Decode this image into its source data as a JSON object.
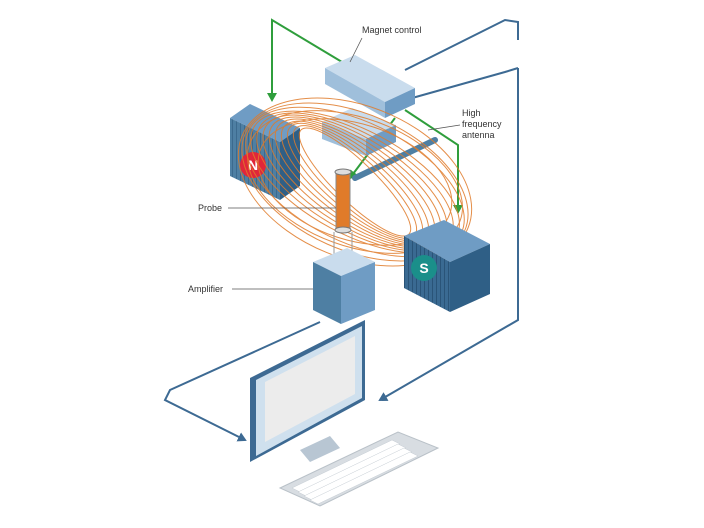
{
  "labels": {
    "magnet_control": "Magnet control",
    "hf_antenna_line1": "High",
    "hf_antenna_line2": "frequency",
    "hf_antenna_line3": "antenna",
    "probe": "Probe",
    "amplifier": "Amplifier"
  },
  "poles": {
    "north": "N",
    "south": "S"
  },
  "colors": {
    "magnet_face": "#4e7fa3",
    "magnet_side": "#2f5f86",
    "block_top": "#c9dced",
    "block_front": "#9fbfdb",
    "block_side": "#6f9cc4",
    "field_lines": "#e07b2a",
    "green_arrows": "#2f9e3c",
    "blue_cables": "#3d6a93",
    "north_badge": "#e0263a",
    "south_badge": "#1a8f8a",
    "monitor_frame": "#cfe0ee",
    "monitor_screen": "#ececec"
  }
}
